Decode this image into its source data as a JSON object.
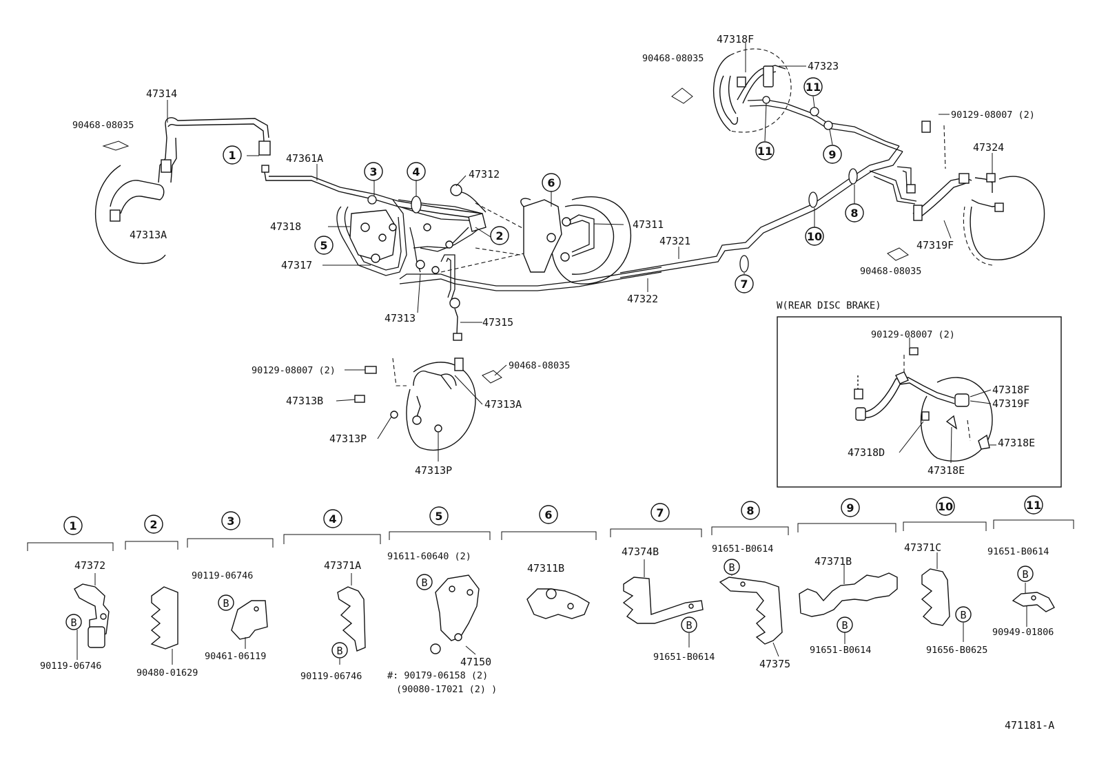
{
  "callouts": {
    "c1": "1",
    "c2": "2",
    "c3": "3",
    "c4": "4",
    "c5": "5",
    "c6": "6",
    "c7": "7",
    "c8": "8",
    "c9": "9",
    "c10": "10",
    "c11a": "11",
    "c11b": "11"
  },
  "labels": {
    "l_47314": "47314",
    "l_90468_tl": "90468-08035",
    "l_47361A": "47361A",
    "l_47313A_tl": "47313A",
    "l_47312": "47312",
    "l_47318": "47318",
    "l_47317": "47317",
    "l_47313": "47313",
    "l_47315": "47315",
    "l_47311": "47311",
    "l_47321": "47321",
    "l_47322": "47322",
    "l_47318F_top": "47318F",
    "l_90468_top": "90468-08035",
    "l_47323": "47323",
    "l_90129_tr": "90129-08007 (2)",
    "l_47324": "47324",
    "l_47319F": "47319F",
    "l_90468_r": "90468-08035",
    "l_90129_mid": "90129-08007 (2)",
    "l_90468_mid": "90468-08035",
    "l_47313B": "47313B",
    "l_47313A_mid": "47313A",
    "l_47313P_a": "47313P",
    "l_47313P_b": "47313P"
  },
  "inset": {
    "title": "W(REAR DISC BRAKE)",
    "l_90129": "90129-08007 (2)",
    "l_47318F": "47318F",
    "l_47319F": "47319F",
    "l_47318D": "47318D",
    "l_47318E_a": "47318E",
    "l_47318E_b": "47318E"
  },
  "details": [
    {
      "num": "1",
      "parts": [
        "47372",
        "90119-06746"
      ],
      "b": "B"
    },
    {
      "num": "2",
      "parts": [
        "90480-01629"
      ]
    },
    {
      "num": "3",
      "parts": [
        "90119-06746",
        "90461-06119"
      ],
      "b": "B"
    },
    {
      "num": "4",
      "parts": [
        "47371A",
        "90119-06746"
      ],
      "b": "B"
    },
    {
      "num": "5",
      "parts": [
        "91611-60640 (2)",
        "47150",
        "#: 90179-06158 (2)",
        "(90080-17021 (2) )"
      ],
      "b": "B"
    },
    {
      "num": "6",
      "parts": [
        "47311B"
      ]
    },
    {
      "num": "7",
      "parts": [
        "47374B",
        "91651-B0614"
      ],
      "b": "B"
    },
    {
      "num": "8",
      "parts": [
        "91651-B0614",
        "47375"
      ],
      "b": "B"
    },
    {
      "num": "9",
      "parts": [
        "47371B",
        "91651-B0614"
      ],
      "b": "B"
    },
    {
      "num": "10",
      "parts": [
        "47371C",
        "91656-B0625"
      ],
      "b": "B"
    },
    {
      "num": "11",
      "parts": [
        "91651-B0614",
        "90949-01806"
      ],
      "b": "B"
    }
  ],
  "figure_id": "471181-A"
}
